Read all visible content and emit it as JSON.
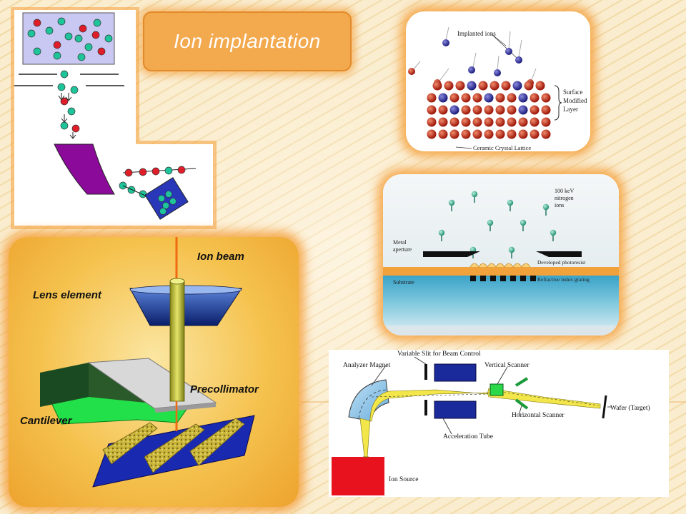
{
  "title": "Ion implantation",
  "surface_figure": {
    "implanted_label": "Implanted ions",
    "layer_label_1": "Surface",
    "layer_label_2": "Modified",
    "layer_label_3": "Layer",
    "lattice_label": "Ceramic Crystal Lattice"
  },
  "grating_figure": {
    "beam_label_1": "100 keV",
    "beam_label_2": "nitrogen",
    "beam_label_3": "ions",
    "aperture_label_1": "Metal",
    "aperture_label_2": "aperture",
    "photoresist_label": "Developed photoresist",
    "substrate_label": "Substrate",
    "grating_label": "Refractive index grating"
  },
  "focused_beam_figure": {
    "ion_beam_label": "Ion beam",
    "lens_label": "Lens element",
    "precollimator_label": "Precollimator",
    "cantilever_label": "Cantilever"
  },
  "implanter_figure": {
    "slit_label": "Variable Slit for Beam Control",
    "magnet_label": "Analyzer Magnet",
    "vertical_label": "Vertical Scanner",
    "horizontal_label": "Horizontal Scanner",
    "wafer_label": "Wafer (Target)",
    "tube_label": "Acceleration Tube",
    "source_label": "Ion Source"
  },
  "colors": {
    "accent_orange": "#f3a94e",
    "glow_orange": "#f4a03c",
    "ion_red": "#e01e2a",
    "ion_teal": "#1fc59a",
    "magnet_purple": "#8b0a9a",
    "wafer_blue": "#2838b8",
    "ion_source_red": "#e8121e"
  }
}
